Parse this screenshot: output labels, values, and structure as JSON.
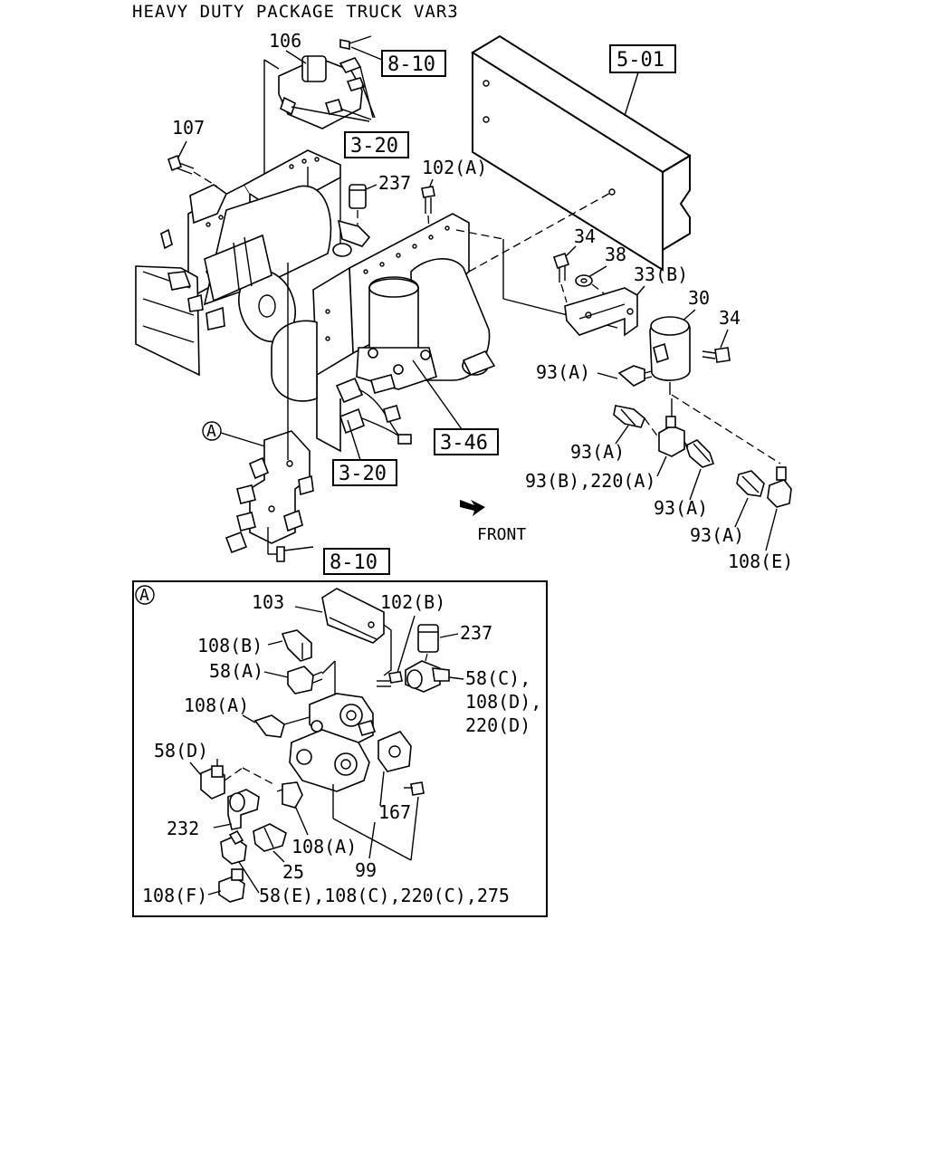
{
  "title": "HEAVY DUTY PACKAGE TRUCK VAR3",
  "ref_boxes": {
    "r810_top": "8-10",
    "r320_top": "3-20",
    "r501": "5-01",
    "r346": "3-46",
    "r320_mid": "3-20",
    "r810_bot": "8-10"
  },
  "callouts": {
    "c106": "106",
    "c107": "107",
    "c237_top": "237",
    "c102a": "102(A)",
    "c34_a": "34",
    "c38": "38",
    "c33b": "33(B)",
    "c30": "30",
    "c34_b": "34",
    "c93a_1": "93(A)",
    "c93a_2": "93(A)",
    "c93b_220a": "93(B),220(A)",
    "c93a_3": "93(A)",
    "c93a_4": "93(A)",
    "c108e": "108(E)",
    "circle_a_main": "A",
    "front": "FRONT"
  },
  "detail": {
    "marker": "A",
    "c103": "103",
    "c102b": "102(B)",
    "c237": "237",
    "c108b": "108(B)",
    "c58a": "58(A)",
    "c58c": "58(C),",
    "c108d": "108(D),",
    "c220d": "220(D)",
    "c108a_1": "108(A)",
    "c58d": "58(D)",
    "c167": "167",
    "c232": "232",
    "c108a_2": "108(A)",
    "c99": "99",
    "c25": "25",
    "c108f": "108(F)",
    "c58e_group": "58(E),108(C),220(C),275"
  }
}
